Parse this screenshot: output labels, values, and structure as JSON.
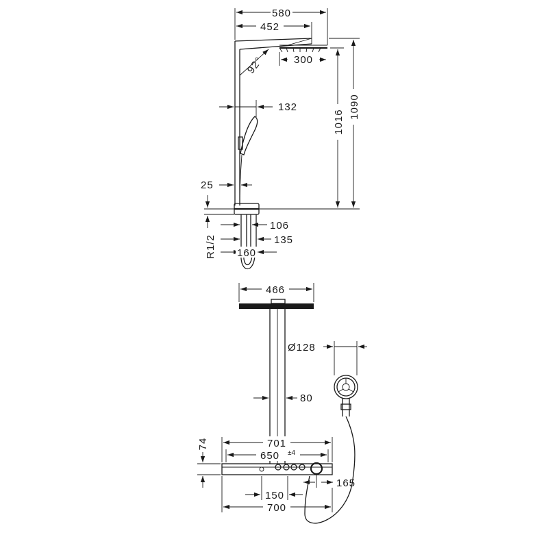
{
  "side_view": {
    "dims": {
      "width_total": "580",
      "arm_reach": "452",
      "arm_angle": "92°",
      "head_diameter": "300",
      "wall_offset": "132",
      "height_head": "1016",
      "height_total": "1090",
      "rail_diameter": "25",
      "depth_106": "106",
      "depth_135": "135",
      "connection_160": "160",
      "thread": "R1/2"
    }
  },
  "front_view": {
    "dims": {
      "head_width": "466",
      "hand_shower_diameter": "Ø128",
      "column_width": "80",
      "shelf_height": "74",
      "shelf_width": "701",
      "connection_spacing": "650",
      "tolerance": "±4",
      "hose_outlet": "165",
      "thermostat_offset": "150",
      "mount_width": "700"
    }
  }
}
